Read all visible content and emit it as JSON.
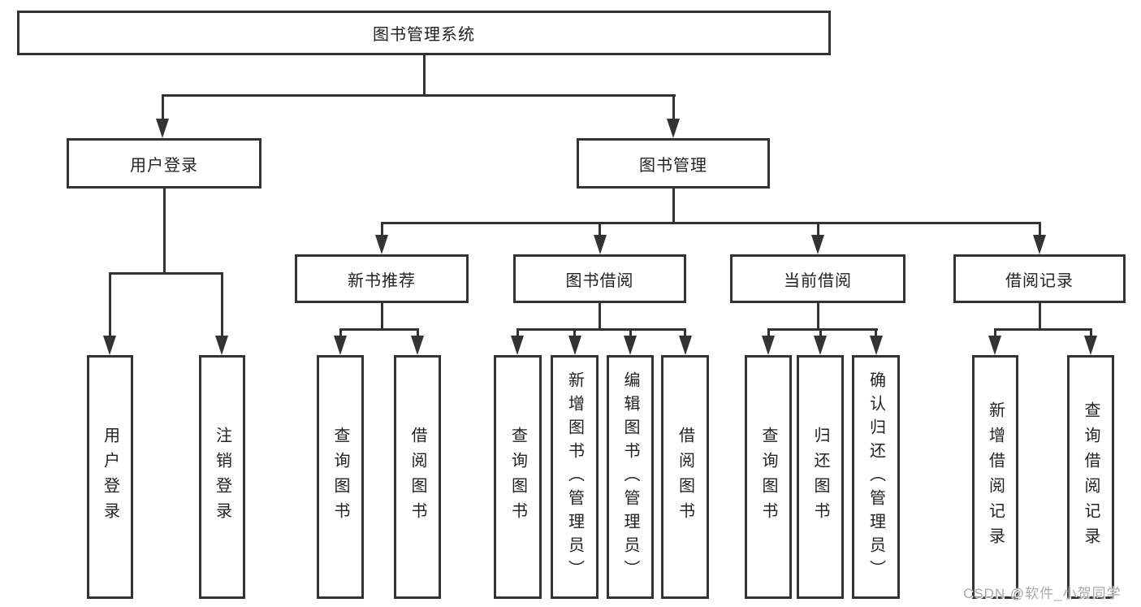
{
  "diagram": {
    "title": "图书管理系统",
    "watermark": "CSDN @软件_小贺同学",
    "colors": {
      "line": "#333333",
      "text": "#222222",
      "watermark": "#a9a9a9",
      "background": "#ffffff"
    },
    "level2": {
      "user_login": "用户登录",
      "book_management": "图书管理"
    },
    "level3": {
      "new_book_recommend": "新书推荐",
      "book_borrowing": "图书借阅",
      "current_borrowing": "当前借阅",
      "borrowing_records": "借阅记录"
    },
    "leaves": {
      "user_login_action": "用户登录",
      "logout_action": "注销登录",
      "nbr_query_books": "查询图书",
      "nbr_borrow_books": "借阅图书",
      "bb_query_books": "查询图书",
      "bb_add_books": "新增图书（管理员）",
      "bb_edit_books": "编辑图书（管理员）",
      "bb_borrow_books": "借阅图书",
      "cb_query_books": "查询图书",
      "cb_return_books": "归还图书",
      "cb_confirm_return": "确认归还（管理员）",
      "br_add_record": "新增借阅记录",
      "br_query_record": "查询借阅记录"
    }
  }
}
